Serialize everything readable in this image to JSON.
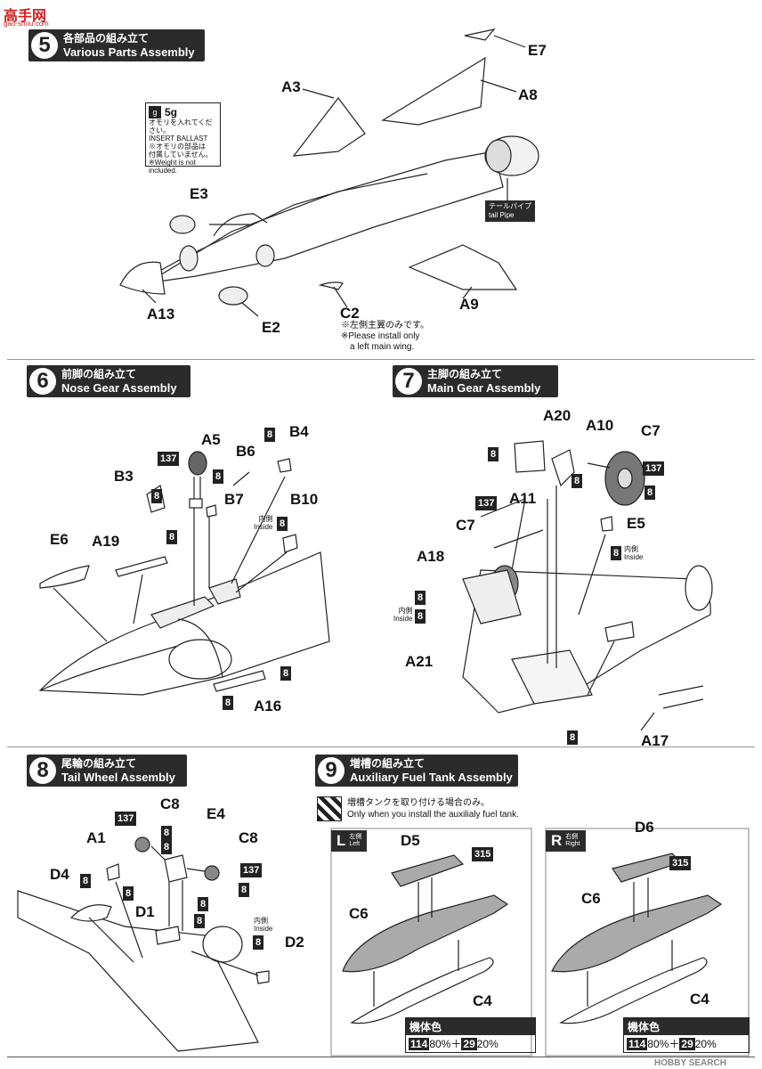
{
  "watermark": {
    "logo_text": "高手网",
    "site": "gao-shou.com",
    "bottom": "HOBBY SEARCH"
  },
  "steps": [
    {
      "num": "5",
      "jp": "各部品の組み立て",
      "en": "Various Parts Assembly"
    },
    {
      "num": "6",
      "jp": "前脚の組み立て",
      "en": "Nose Gear Assembly"
    },
    {
      "num": "7",
      "jp": "主脚の組み立て",
      "en": "Main Gear Assembly"
    },
    {
      "num": "8",
      "jp": "尾輪の組み立て",
      "en": "Tail Wheel Assembly"
    },
    {
      "num": "9",
      "jp": "増槽の組み立て",
      "en": "Auxiliary Fuel Tank Assembly"
    }
  ],
  "ballast": {
    "weight": "5g",
    "jp1": "オモリを入れてください。",
    "en1": "INSERT BALLAST",
    "jp2": "※オモリの部品は",
    "jp3": "付属していません。",
    "en2": "※Weight is not included."
  },
  "tailpipe": {
    "jp": "テールパイプ",
    "en": "tail Pipe"
  },
  "c2_note": {
    "jp": "※左側主翼のみです。",
    "en1": "※Please install only",
    "en2": "a left main wing."
  },
  "inside": {
    "jp": "内側",
    "en": "Inside"
  },
  "fuel_tank": {
    "jp": "増槽タンクを取り付ける場合のみ。",
    "en": "Only when you install the auxilialy fuel tank."
  },
  "left": {
    "letter": "L",
    "jp": "左側",
    "en": "Left"
  },
  "right": {
    "letter": "R",
    "jp": "右側",
    "en": "Right"
  },
  "body_color": {
    "jp": "機体色",
    "c1": "114",
    "p1": "80%＋",
    "c2": "29",
    "p2": "20%"
  },
  "colors": {
    "c137": "137",
    "c8": "8",
    "c315": "315"
  },
  "parts": {
    "E7": "E7",
    "A8": "A8",
    "A3": "A3",
    "E3": "E3",
    "A13": "A13",
    "E2": "E2",
    "C2": "C2",
    "A9": "A9",
    "A5": "A5",
    "B6": "B6",
    "B4": "B4",
    "B3": "B3",
    "B7": "B7",
    "B10": "B10",
    "E6": "E6",
    "A19": "A19",
    "A16": "A16",
    "A20": "A20",
    "A10": "A10",
    "C7": "C7",
    "A11": "A11",
    "E5": "E5",
    "A18": "A18",
    "A21": "A21",
    "A17": "A17",
    "C8": "C8",
    "E4": "E4",
    "A1": "A1",
    "D4": "D4",
    "D1": "D1",
    "D2": "D2",
    "D5": "D5",
    "D6": "D6",
    "C6": "C6",
    "C4": "C4"
  }
}
